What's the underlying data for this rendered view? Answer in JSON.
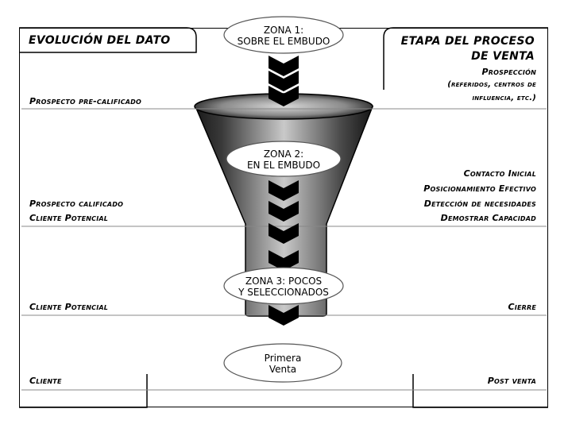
{
  "left_header": "EVOLUCIÓN DEL DATO",
  "right_header": [
    "ETAPA DEL PROCESO",
    "DE VENTA"
  ],
  "zones": {
    "zone1": [
      "ZONA 1:",
      "SOBRE EL EMBUDO"
    ],
    "zone2": [
      "ZONA 2:",
      "EN EL EMBUDO"
    ],
    "zone3": [
      "ZONA 3: POCOS",
      "Y SELECCIONADOS"
    ],
    "final": [
      "Primera",
      "Venta"
    ]
  },
  "left_labels": {
    "row1": "Prospecto pre-calificado",
    "row2a": "Prospecto calificado",
    "row2b": "Cliente Potencial",
    "row3": "Cliente Potencial",
    "row4": "Cliente"
  },
  "right_labels": {
    "prospeccion": "Prospección",
    "prospeccion_note": [
      "(referidos, centros de",
      "influencia, etc.)"
    ],
    "contacto": "Contacto Inicial",
    "posicionamiento": "Posicionamiento Efectivo",
    "deteccion": "Detección de necesidades",
    "demostrar": "Demostrar Capacidad",
    "cierre": "Cierre",
    "post": "Post venta"
  }
}
